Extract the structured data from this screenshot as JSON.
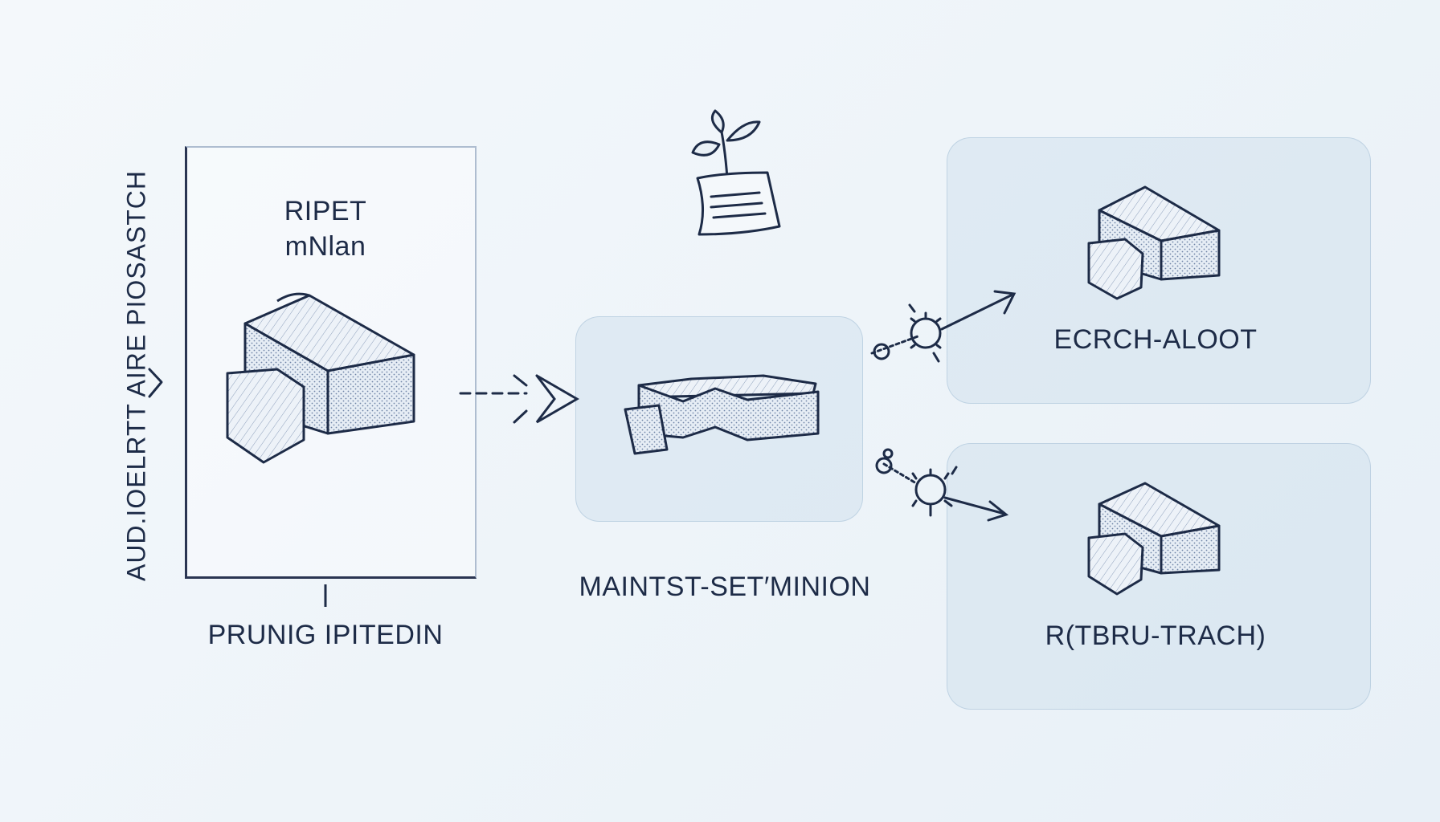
{
  "vertical_label": "AUD.IOELRTT AIRE PIOSASTCH",
  "input_panel": {
    "title_line1": "RIPET",
    "title_line2": "mNlan",
    "caption": "PRUNIG IPITEDIN"
  },
  "middle_stage": {
    "caption": "MAINTST-SET′MINION"
  },
  "output_top": {
    "label": "ECRCH-ALOOT"
  },
  "output_bottom": {
    "label": "R(TBRU-TRACH)"
  },
  "colors": {
    "background": "#eef4f9",
    "ink": "#1d2b47",
    "card": "#d3e2ee",
    "hatch": "#6f84a6"
  },
  "icons": {
    "chevron": "chevron-right-icon",
    "plant": "seedling-icon",
    "block": "stone-block-icon"
  }
}
